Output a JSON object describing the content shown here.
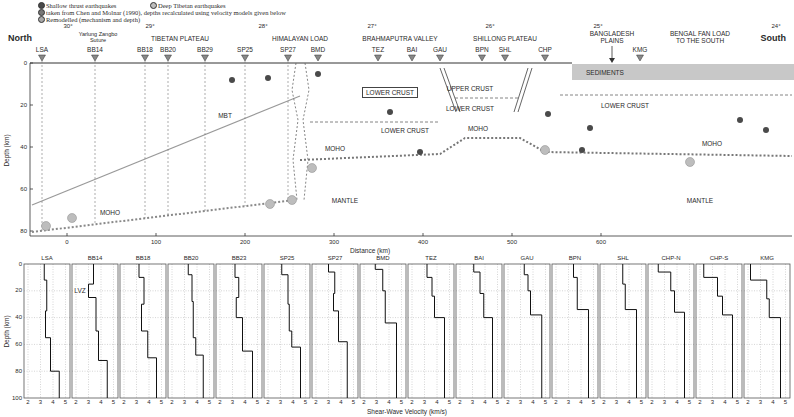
{
  "diagram": {
    "nodes": [
      {
        "text": [
          "LOWER CRUST"
        ]
      },
      {
        "text": [
          "SEDIMENTS"
        ]
      }
    ],
    "labels": [
      "North",
      "Yarlung Zangbo Suture",
      "TIBETAN PLATEAU",
      "HIMALAYAN LOAD",
      "BRAHMAPUTRA VALLEY",
      "SHILLONG PLATEAU",
      "BANGLADESH PLAINS",
      "BENGAL FAN LOAD TO THE SOUTH",
      "South",
      "30°",
      "29°",
      "28°",
      "27°",
      "26°",
      "25°",
      "24°",
      "LSA",
      "BB14",
      "BB18",
      "BB20",
      "BB29",
      "SP25",
      "SP27",
      "BMD",
      "TEZ",
      "BAI",
      "GAU",
      "BPN",
      "SHL",
      "CHP",
      "KMG",
      "MBT",
      "MOHO",
      "MOHO",
      "LOWER CRUST",
      "UPPER CRUST",
      "LOWER CRUST",
      "MOHO",
      "LOWER CRUST",
      "MOHO",
      "MANTLE",
      "MANTLE",
      "Depth (km)",
      "0",
      "20",
      "40",
      "60",
      "80",
      "Distance (km)",
      "0",
      "100",
      "200",
      "300",
      "400",
      "500",
      "600",
      "LVZ",
      "Depth (km)",
      "0",
      "20",
      "40",
      "60",
      "80",
      "100",
      "Shear-Wave Velocity (km/s)",
      "LSA",
      "BB14",
      "BB18",
      "BB20",
      "BB23",
      "SP25",
      "SP27",
      "BMD",
      "TEZ",
      "BAI",
      "GAU",
      "BPN",
      "SHL",
      "CHP-N",
      "CHP-S",
      "KMG",
      "2",
      "3",
      "4",
      "5",
      "2",
      "3",
      "4",
      "5",
      "2",
      "3",
      "4",
      "5",
      "2",
      "3",
      "4",
      "5",
      "2",
      "3",
      "4",
      "5",
      "2",
      "3",
      "4",
      "5",
      "2",
      "3",
      "4",
      "5",
      "2",
      "3",
      "4",
      "5",
      "2",
      "3",
      "4",
      "5",
      "2",
      "3",
      "4",
      "5",
      "2",
      "3",
      "4",
      "5",
      "2",
      "3",
      "4",
      "5",
      "2",
      "3",
      "4",
      "5",
      "2",
      "3",
      "4",
      "5",
      "2",
      "3",
      "4",
      "5",
      "2",
      "3",
      "4",
      "5"
    ],
    "legend": [
      {
        "text": "Shallow thrust earthquakes",
        "color": "#4a4a4a"
      },
      {
        "text": "Deep Tibetan earthquakes",
        "color": "#bdbdbd"
      },
      {
        "text": "taken from Chen and Molnar (1990), depths recalculated using velocity models given below",
        "color": "#777777"
      },
      {
        "text": "Remodelled (mechanism and depth)",
        "color": "#a8a8a8"
      }
    ]
  }
}
